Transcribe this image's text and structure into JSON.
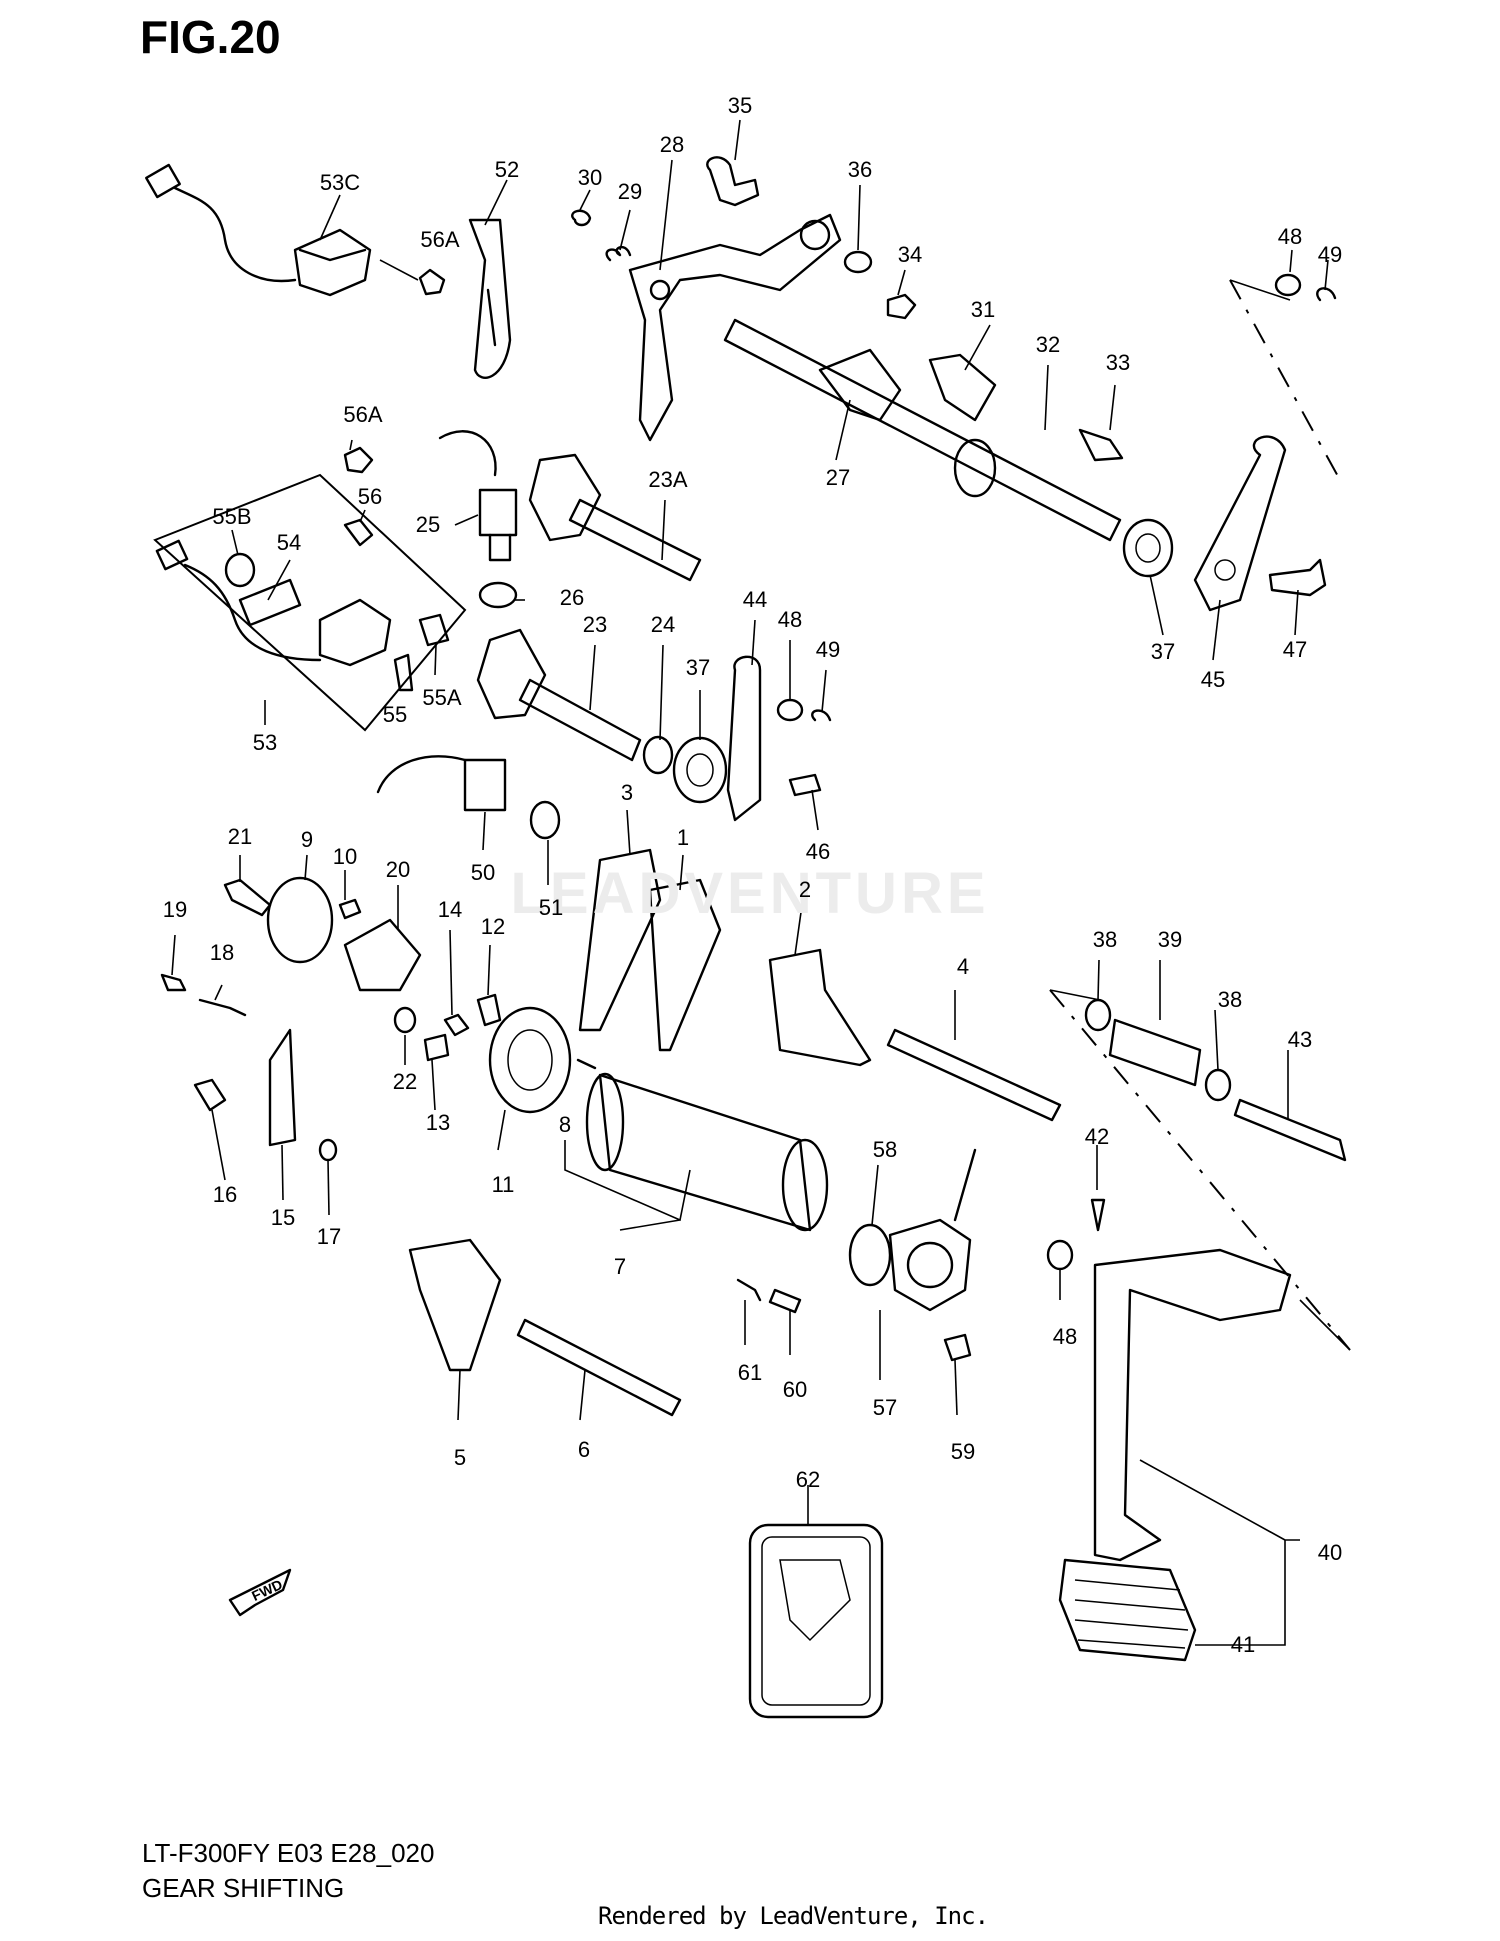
{
  "figure_title": "FIG.20",
  "model_code": "LT-F300FY E03 E28_020",
  "section_name": "GEAR SHIFTING",
  "credit": "Rendered by LeadVenture, Inc.",
  "watermark": "LEADVENTURE",
  "fwd_label": "FWD",
  "callouts": [
    "53C",
    "52",
    "30",
    "29",
    "28",
    "35",
    "36",
    "34",
    "31",
    "32",
    "33",
    "48",
    "49",
    "56A",
    "56A",
    "56",
    "55B",
    "54",
    "53",
    "55",
    "55A",
    "25",
    "23A",
    "26",
    "27",
    "23",
    "24",
    "37",
    "44",
    "48",
    "49",
    "46",
    "37",
    "45",
    "47",
    "50",
    "51",
    "21",
    "9",
    "10",
    "20",
    "14",
    "12",
    "3",
    "1",
    "2",
    "19",
    "18",
    "22",
    "13",
    "16",
    "15",
    "17",
    "11",
    "8",
    "7",
    "4",
    "38",
    "39",
    "38",
    "43",
    "42",
    "48",
    "58",
    "5",
    "6",
    "61",
    "60",
    "57",
    "59",
    "62",
    "40",
    "41"
  ]
}
